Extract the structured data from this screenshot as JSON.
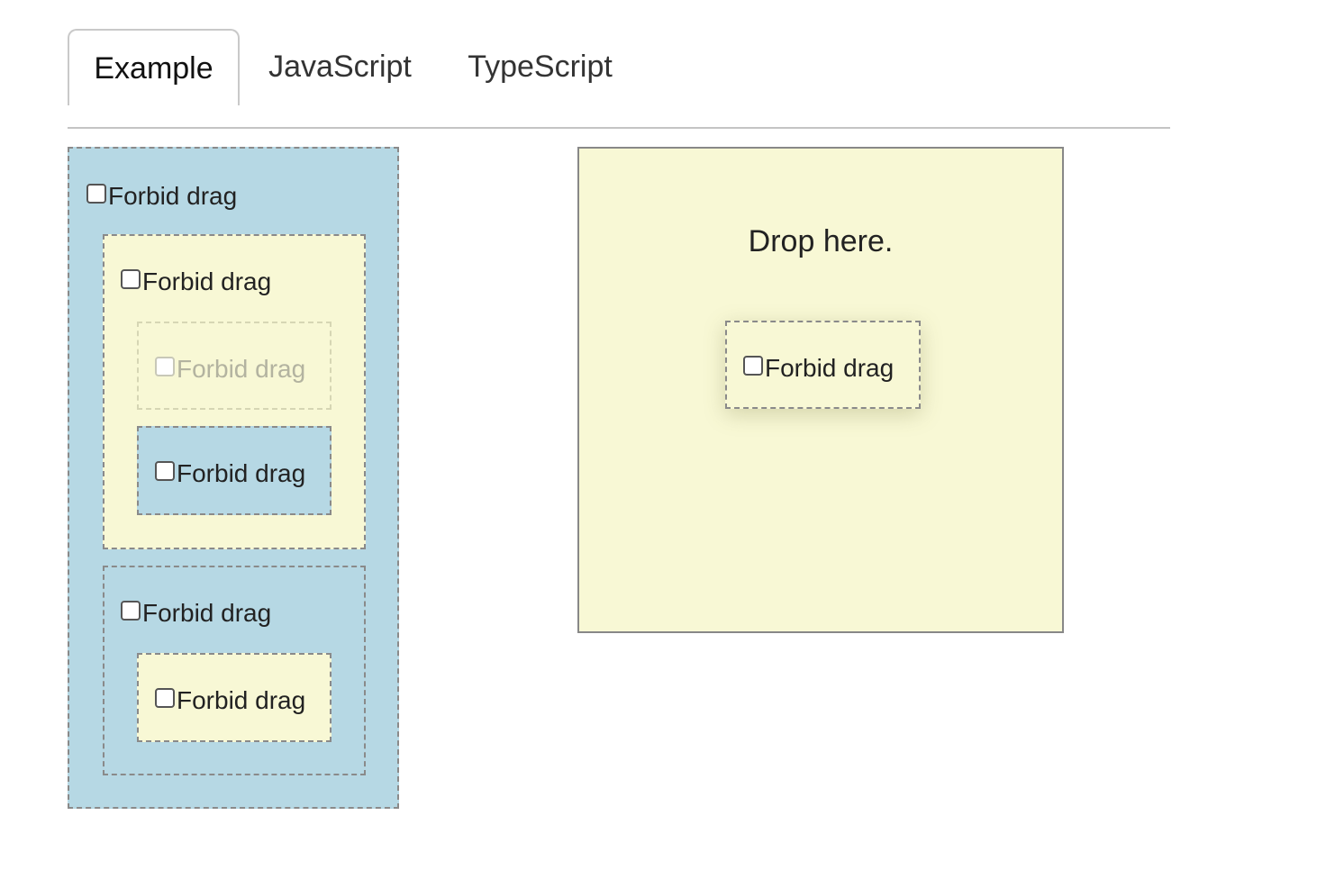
{
  "tabs": [
    {
      "label": "Example",
      "active": true
    },
    {
      "label": "JavaScript",
      "active": false
    },
    {
      "label": "TypeScript",
      "active": false
    }
  ],
  "draggables": {
    "outer": {
      "label": "Forbid drag",
      "checked": false,
      "color": "#b6d8e4"
    },
    "yellow_group": {
      "label": "Forbid drag",
      "checked": false,
      "color": "#f8f8d5"
    },
    "yellow_group_placeholder": {
      "label": "Forbid drag",
      "checked": false,
      "state": "dragging-placeholder"
    },
    "yellow_group_blue_child": {
      "label": "Forbid drag",
      "checked": false,
      "color": "#b6d8e4"
    },
    "blue_group": {
      "label": "Forbid drag",
      "checked": false,
      "color": "#b6d8e4"
    },
    "blue_group_yellow_child": {
      "label": "Forbid drag",
      "checked": false,
      "color": "#f8f8d5"
    }
  },
  "drop_zone": {
    "title": "Drop here.",
    "color": "#f8f8d5",
    "dragged_item": {
      "label": "Forbid drag",
      "checked": false
    }
  }
}
